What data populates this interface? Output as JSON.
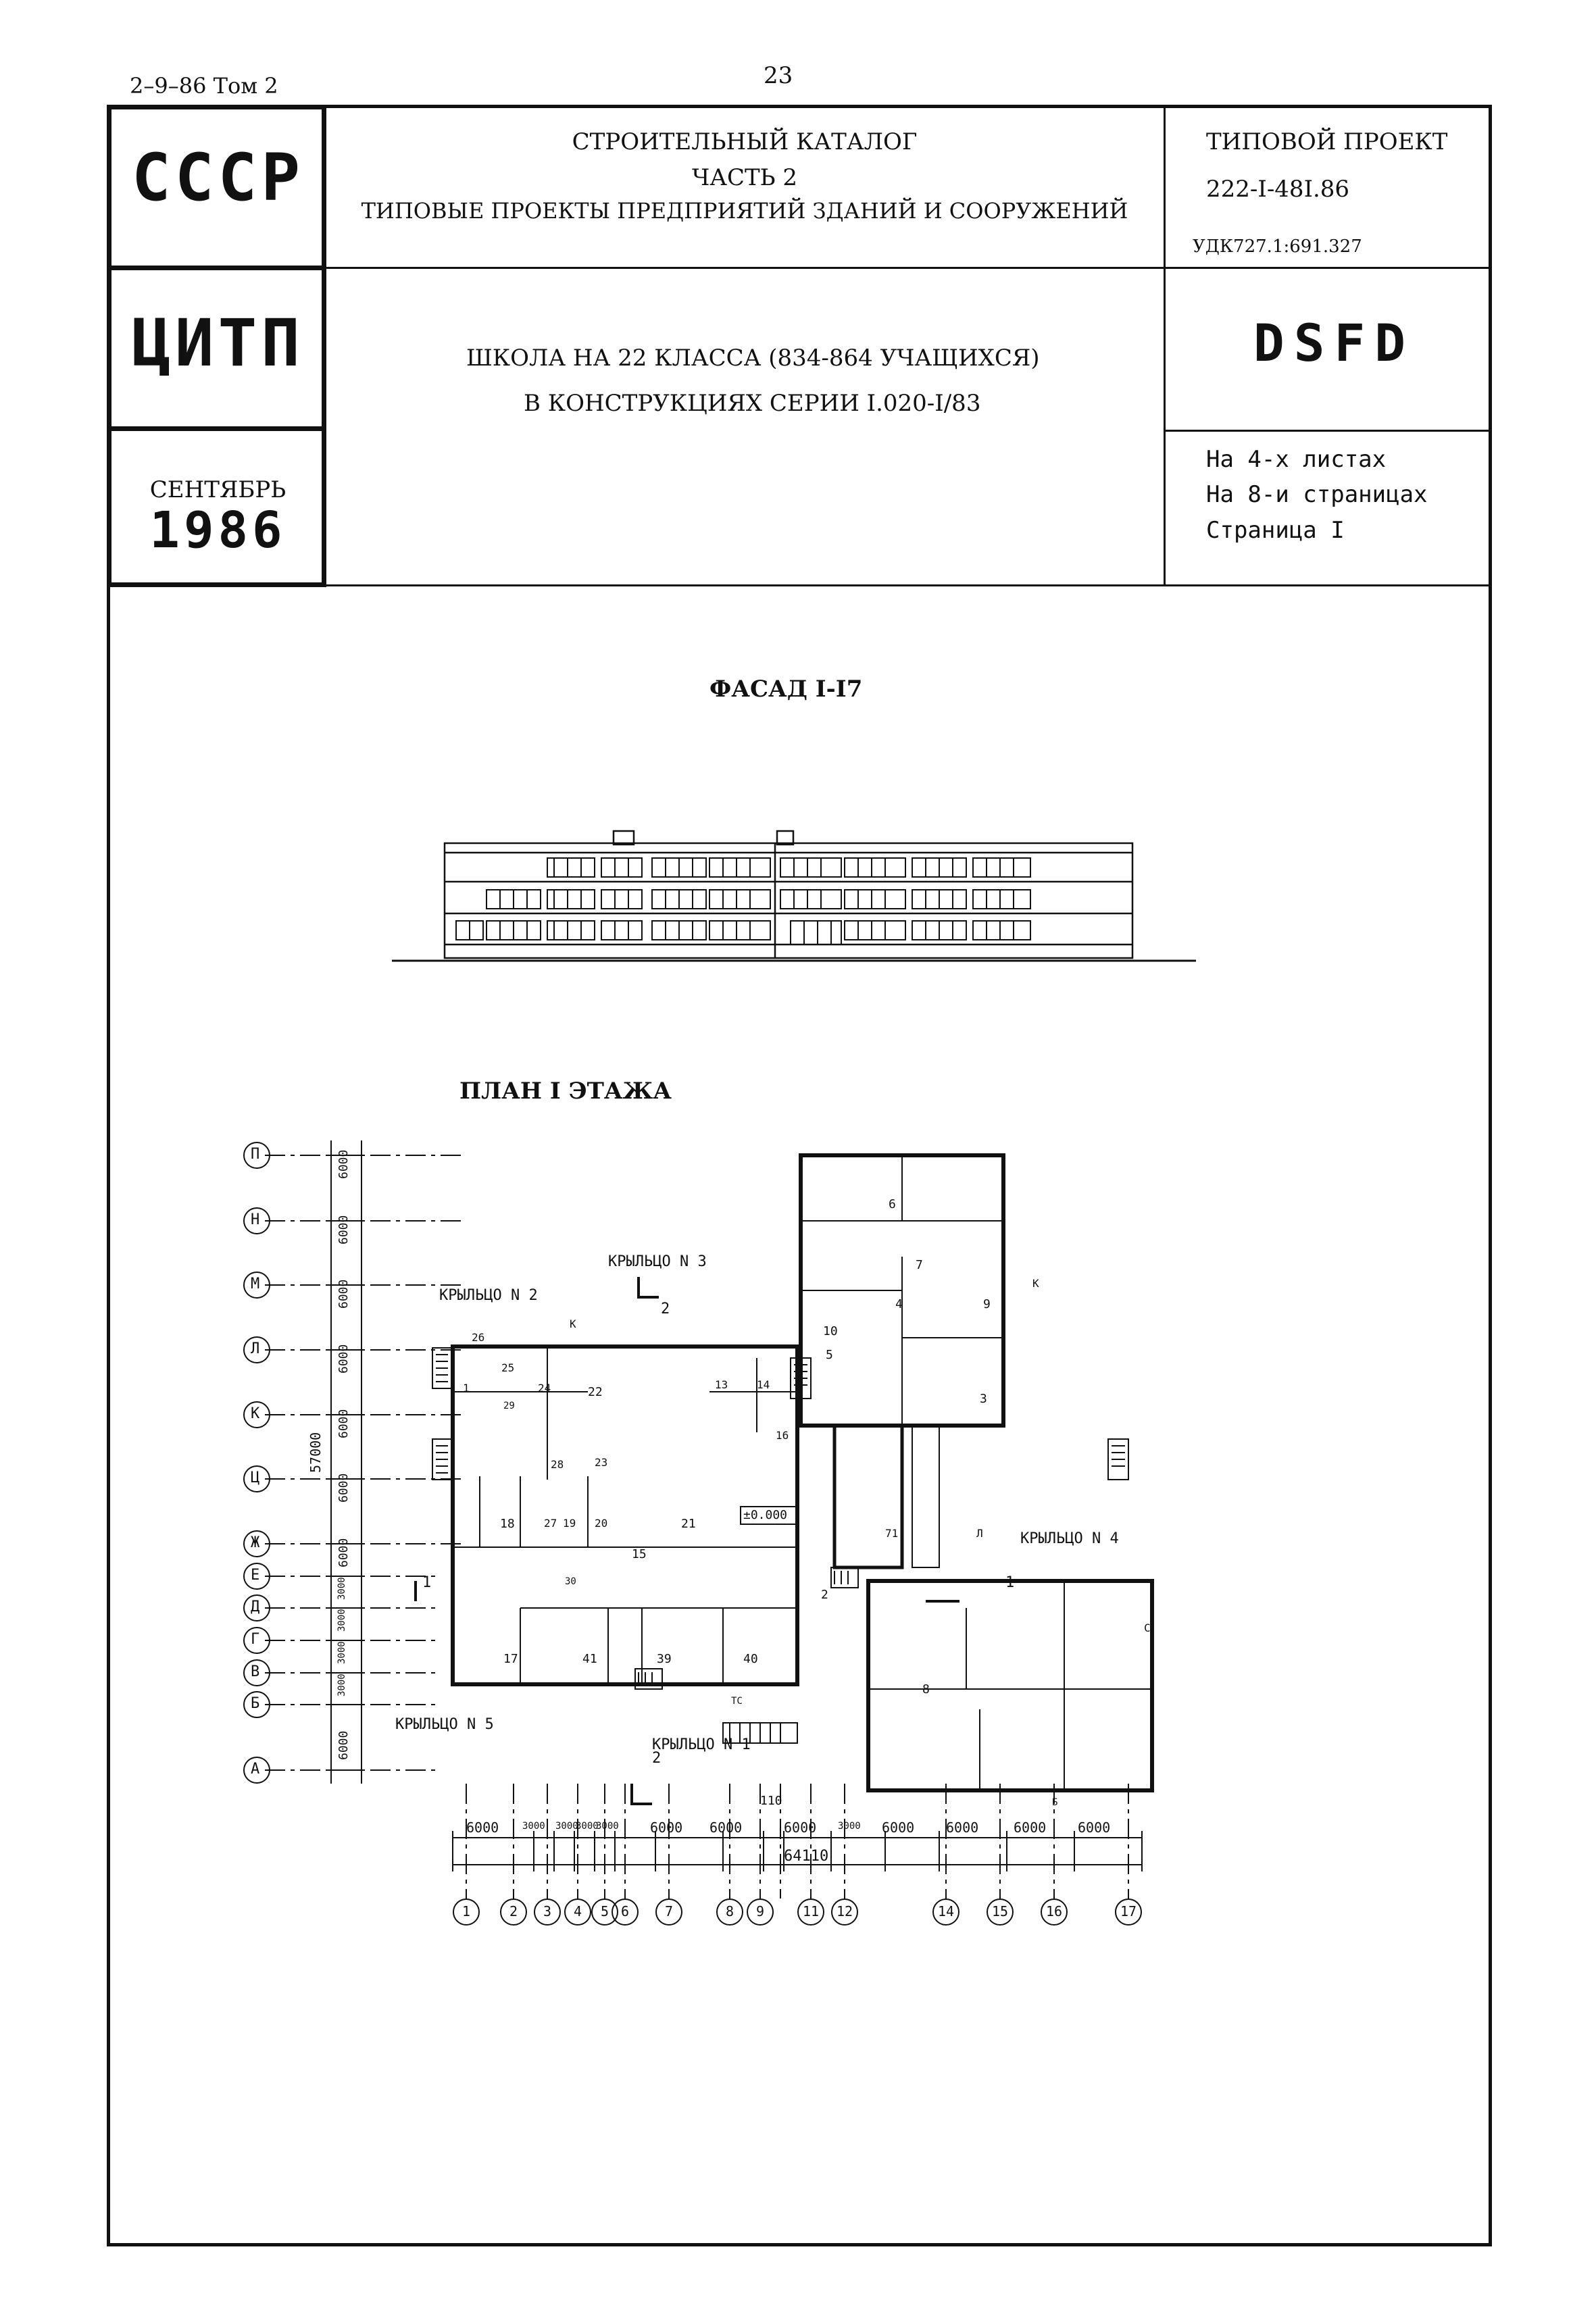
{
  "page_number": "23",
  "doc_ref": "2–9–86 Том 2",
  "stamp": {
    "ussr": "СССР",
    "citp": "ЦИТП",
    "month": "СЕНТЯБРЬ",
    "year": "1986"
  },
  "catalog": {
    "line1": "СТРОИТЕЛЬНЫЙ КАТАЛОГ",
    "line2": "ЧАСТЬ 2",
    "line3": "ТИПОВЫЕ ПРОЕКТЫ ПРЕДПРИЯТИЙ ЗДАНИЙ И СООРУЖЕНИЙ"
  },
  "project": {
    "label": "ТИПОВОЙ ПРОЕКТ",
    "number": "222-I-48I.86",
    "udk": "УДК727.1:691.327"
  },
  "title": {
    "line1": "ШКОЛА НА 22 КЛАССА (834-864 УЧАЩИХСЯ)",
    "line2": "В КОНСТРУКЦИЯХ СЕРИИ I.020-I/83"
  },
  "code": "DSFD",
  "sheets": {
    "line1": "На 4-х листах",
    "line2": "На 8-и страницах",
    "line3": "Страница I"
  },
  "facade_title": "ФАСАД I-I7",
  "plan_title": "ПЛАН I ЭТАЖА",
  "plan": {
    "row_axes": [
      "П",
      "Н",
      "М",
      "Л",
      "К",
      "Ц",
      "Ж",
      "Е",
      "Д",
      "Г",
      "В",
      "Б",
      "А"
    ],
    "row_dims": [
      "6000",
      "6000",
      "6000",
      "6000",
      "6000",
      "6000",
      "6000",
      "3000",
      "3000",
      "3000",
      "3000",
      "6000"
    ],
    "total_height": "57000",
    "col_axes": [
      "1",
      "2",
      "3",
      "4",
      "5",
      "6",
      "7",
      "8",
      "9",
      "11",
      "12",
      "14",
      "15",
      "16",
      "17"
    ],
    "col_dims": [
      "6000",
      "3000",
      "3000",
      "3000",
      "3000",
      "6000",
      "6000",
      "6000",
      "3000",
      "6000",
      "6000",
      "6000",
      "6000"
    ],
    "total_width": "64110",
    "small_dim": "110",
    "level_mark": "±0.000",
    "porches": {
      "n1": "КРЫЛЬЦО N 1",
      "n2": "КРЫЛЬЦО N 2",
      "n3": "КРЫЛЬЦО N 3",
      "n4": "КРЫЛЬЦО N 4",
      "n5": "КРЫЛЬЦО N 5"
    },
    "section_marks": [
      "1",
      "2",
      "2",
      "1"
    ],
    "room_numbers": [
      "1",
      "2",
      "3",
      "4",
      "5",
      "6",
      "7",
      "8",
      "9",
      "10",
      "13",
      "14",
      "15",
      "16",
      "17",
      "18",
      "19",
      "20",
      "21",
      "22",
      "23",
      "24",
      "25",
      "26",
      "27",
      "28",
      "29",
      "30",
      "39",
      "40",
      "41",
      "71"
    ],
    "tags": [
      "К",
      "К",
      "Л",
      "С",
      "ТС",
      "Б"
    ]
  }
}
